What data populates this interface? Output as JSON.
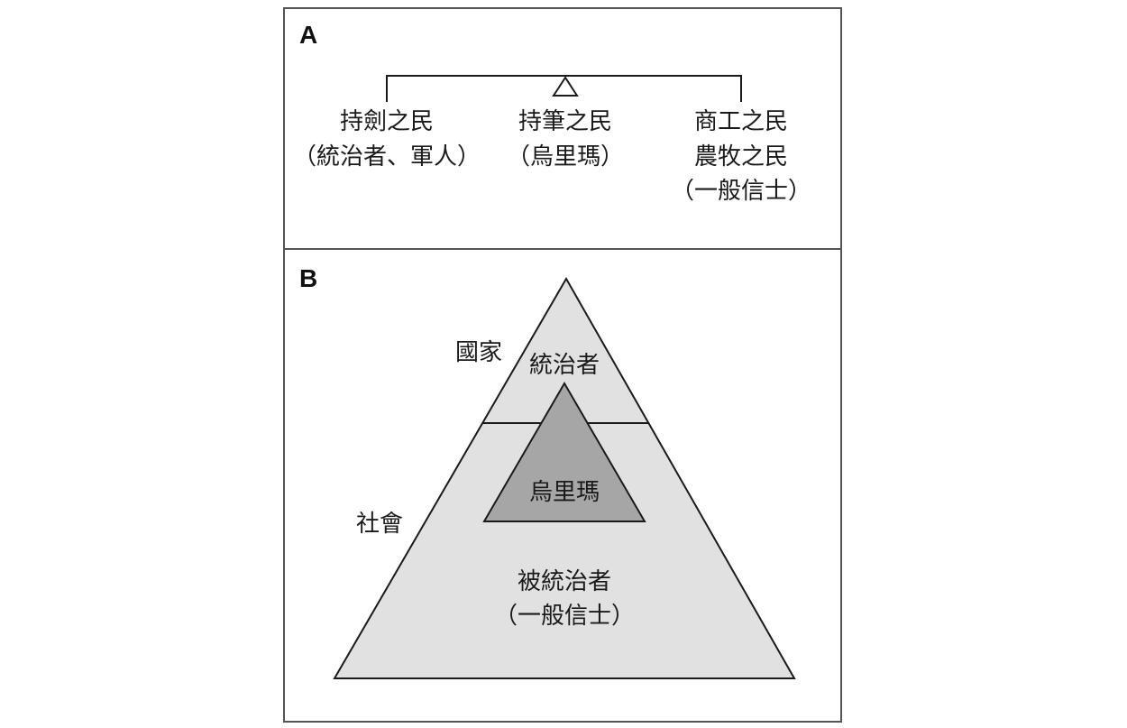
{
  "panel_a": {
    "letter": "A",
    "groups": [
      {
        "line1": "持劍之民",
        "line2": "（統治者、軍人）"
      },
      {
        "line1": "持筆之民",
        "line2": "（烏里瑪）"
      },
      {
        "line1": "商工之民",
        "line2": "農牧之民",
        "line3": "（一般信士）"
      }
    ]
  },
  "panel_b": {
    "letter": "B",
    "label_state": "國家",
    "label_society": "社會",
    "label_rulers": "統治者",
    "label_ulama": "烏里瑪",
    "label_ruled_line1": "被統治者",
    "label_ruled_line2": "（一般信士）"
  },
  "colors": {
    "border": "#555555",
    "outer_triangle_fill": "#e1e1e1",
    "inner_triangle_fill": "#a6a6a6",
    "stroke": "#1a1a1a"
  }
}
